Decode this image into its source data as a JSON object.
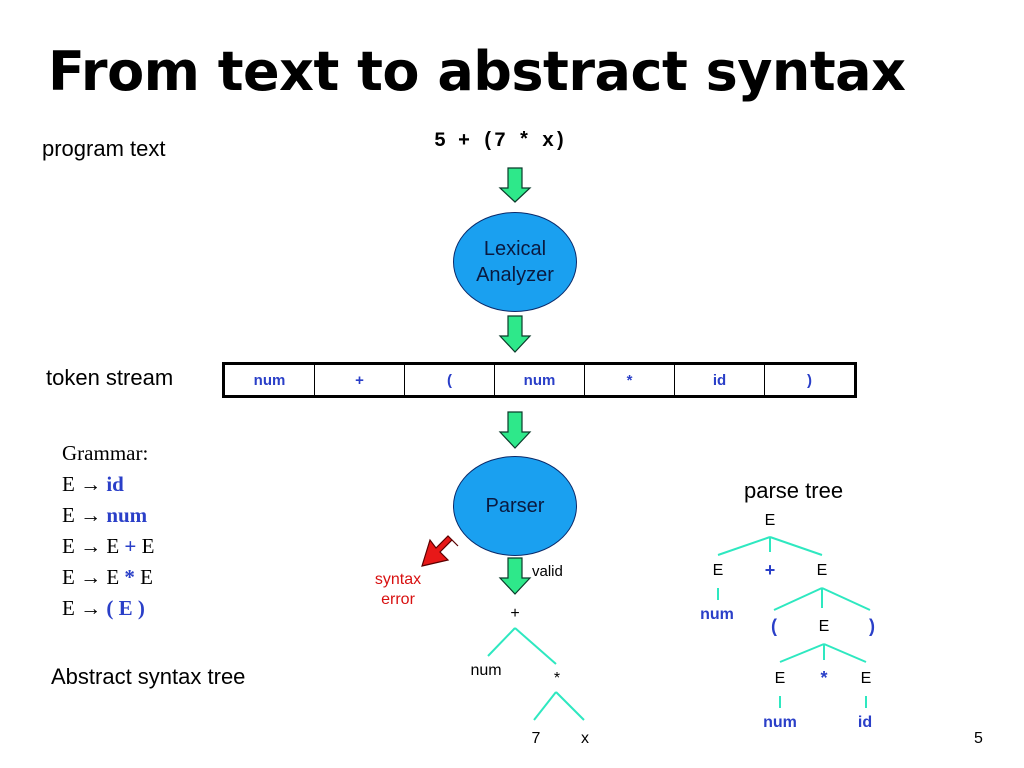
{
  "title": "From text to abstract syntax",
  "labels": {
    "program_text": "program text",
    "token_stream": "token stream",
    "abstract_syntax_tree": "Abstract syntax tree",
    "parse_tree": "parse tree",
    "syntax_error": [
      "syntax",
      "error"
    ],
    "valid": "valid"
  },
  "program_code": "5 + (7 * x)",
  "stages": {
    "lexer": [
      "Lexical",
      "Analyzer"
    ],
    "parser": "Parser"
  },
  "tokens": [
    "num",
    "+",
    "(",
    "num",
    "*",
    "id",
    ")"
  ],
  "grammar": {
    "heading": "Grammar:",
    "rules": [
      {
        "lhs": "E",
        "arrow": "→",
        "rhs": [
          {
            "t": "id",
            "hl": true
          }
        ]
      },
      {
        "lhs": "E",
        "arrow": "→",
        "rhs": [
          {
            "t": "num",
            "hl": true
          }
        ]
      },
      {
        "lhs": "E",
        "arrow": "→",
        "rhs": [
          {
            "t": "E ",
            "hl": false
          },
          {
            "t": "+",
            "hl": true
          },
          {
            "t": " E",
            "hl": false
          }
        ]
      },
      {
        "lhs": "E",
        "arrow": "→",
        "rhs": [
          {
            "t": "E ",
            "hl": false
          },
          {
            "t": "*",
            "hl": true
          },
          {
            "t": " E",
            "hl": false
          }
        ]
      },
      {
        "lhs": "E",
        "arrow": "→",
        "rhs": [
          {
            "t": "( E )",
            "hl": true
          }
        ]
      }
    ]
  },
  "ast": {
    "root": "+",
    "left": "num",
    "right": "*",
    "right_left": "7",
    "right_right": "x"
  },
  "parse_tree": {
    "root": "E",
    "l1": [
      "E",
      "+",
      "E"
    ],
    "l1_leaf": "num",
    "l2": [
      "(",
      "E",
      ")"
    ],
    "l3": [
      "E",
      "*",
      "E"
    ],
    "l3_leaves": [
      "num",
      "id"
    ]
  },
  "page_number": "5",
  "colors": {
    "arrow_fill": "#2ee88a",
    "ellipse_fill": "#1aa0f0",
    "tree_line": "#2ee8c0",
    "highlight_blue": "#2a3fc8",
    "error_red": "#d81010"
  }
}
